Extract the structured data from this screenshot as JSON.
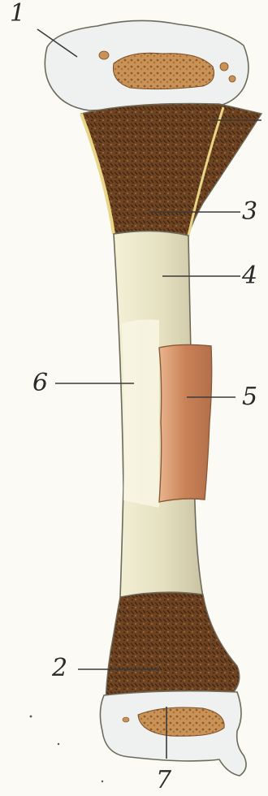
{
  "labels": {
    "l1": "1",
    "l2": "2",
    "l3": "3",
    "l4": "4",
    "l5": "5",
    "l6": "6",
    "l7": "7"
  },
  "colors": {
    "cartilage": "#eef1f0",
    "cancellous_bone": "#6e4322",
    "compact_bone": "#e9e4c3",
    "periosteum": "#c9855d",
    "outline": "#6d6a5a",
    "leader_line": "#3a3a3a"
  }
}
